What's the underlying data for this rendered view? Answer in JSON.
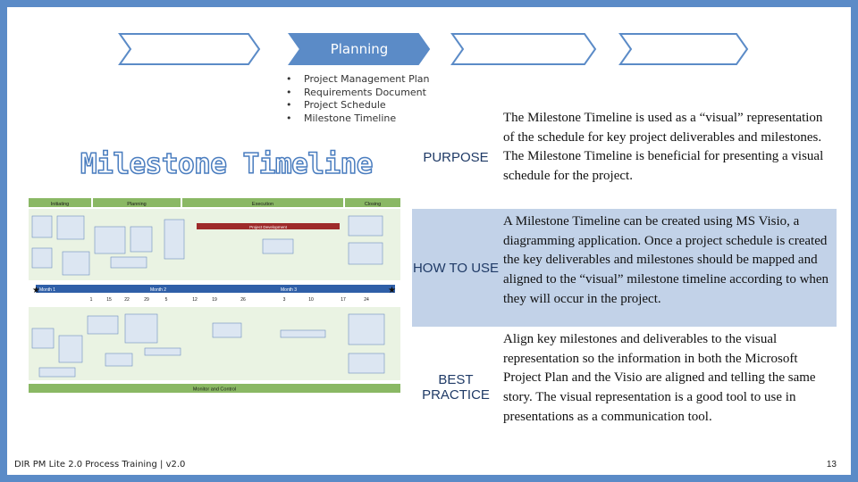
{
  "phases": [
    {
      "label": ""
    },
    {
      "label": ""
    },
    {
      "label": "Planning"
    },
    {
      "label": ""
    },
    {
      "label": ""
    }
  ],
  "bullets": [
    "Project Management Plan",
    "Requirements Document",
    "Project Schedule",
    "Milestone Timeline"
  ],
  "title": "Milestone Timeline",
  "table": [
    {
      "heading": "PURPOSE",
      "text": "The Milestone Timeline is used as a “visual” representation of the schedule for key project deliverables and milestones. The Milestone Timeline is beneficial for presenting a visual schedule for the project."
    },
    {
      "heading": "HOW TO USE",
      "text": "A Milestone Timeline can be created using MS Visio, a diagramming application. Once a project schedule is created the key deliverables and milestones should be mapped and aligned to the “visual” milestone timeline according to when they will occur in the project."
    },
    {
      "heading": "BEST PRACTICE",
      "text": "Align key milestones and deliverables to the visual representation so the information in both the Microsoft Project Plan and the Visio are aligned and telling the same story. The visual representation is a good tool to use in presentations as a communication tool."
    }
  ],
  "diagram": {
    "phases": [
      "Initiating",
      "Planning",
      "Execution",
      "Closing"
    ],
    "months": [
      "Month 1",
      "Month 2",
      "Month 3"
    ],
    "days": [
      "1",
      "15",
      "22",
      "29",
      "5",
      "12",
      "19",
      "26",
      "3",
      "10",
      "17",
      "24"
    ],
    "bottom_bar": "Monitor and Control",
    "colors": {
      "blue": "#2f5fa8",
      "red": "#9e2a2a",
      "green": "#8ab864",
      "lightgreen": "#d9ead0",
      "box": "#dce6f2"
    }
  },
  "footer": "DIR PM Lite 2.0 Process Training | v2.0",
  "page_number": "13",
  "colors": {
    "background": "#5b8bc7",
    "chevron": "#5b8bc7",
    "table_band": "#c2d2e8",
    "title_outline": "#4a7dbf"
  }
}
